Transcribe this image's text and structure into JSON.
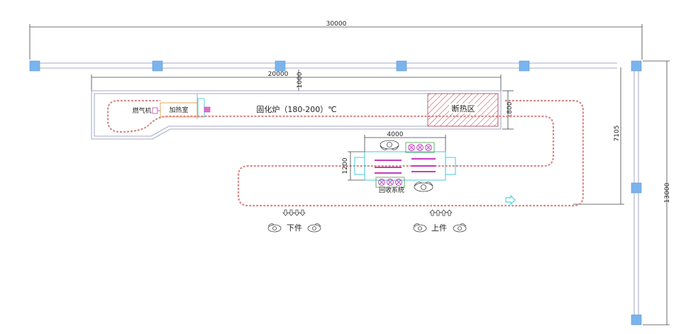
{
  "dimensions": {
    "total_width": "30000",
    "oven_length": "20000",
    "top_gap": "1000",
    "oven_height": "1800",
    "right_span": "7105",
    "total_height": "13000",
    "recovery_width": "4000",
    "recovery_height": "1200"
  },
  "labels": {
    "burner": "燃气机",
    "heating_room": "加热室",
    "oven": "固化炉（180-200）℃",
    "cooling_zone": "断热区",
    "recovery_system": "回收系统",
    "unload": "下件",
    "load": "上件"
  },
  "colors": {
    "line": "#8a8fb5",
    "conveyor": "#d88a8a",
    "column": "#7ab4ee",
    "cyan": "#33c6d6",
    "magenta": "#c33cc3",
    "green": "#55aa55",
    "hatch": "#b54a5a",
    "heater": "#e0a040"
  }
}
